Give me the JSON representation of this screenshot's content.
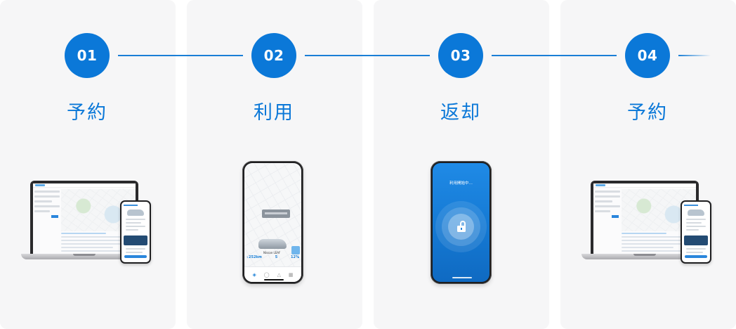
{
  "steps": [
    {
      "number": "01",
      "title": "予約"
    },
    {
      "number": "02",
      "title": "利用"
    },
    {
      "number": "03",
      "title": "返却"
    },
    {
      "number": "04",
      "title": "予約"
    }
  ],
  "colors": {
    "accent": "#0b78d8",
    "card_bg": "#f6f6f7",
    "return_screen": "#1579d3"
  },
  "use_phone": {
    "car_name": "Nissan LEAF",
    "stats": [
      "252km",
      "5",
      "12%"
    ]
  },
  "return_phone": {
    "status_text": "利用開始中…"
  }
}
